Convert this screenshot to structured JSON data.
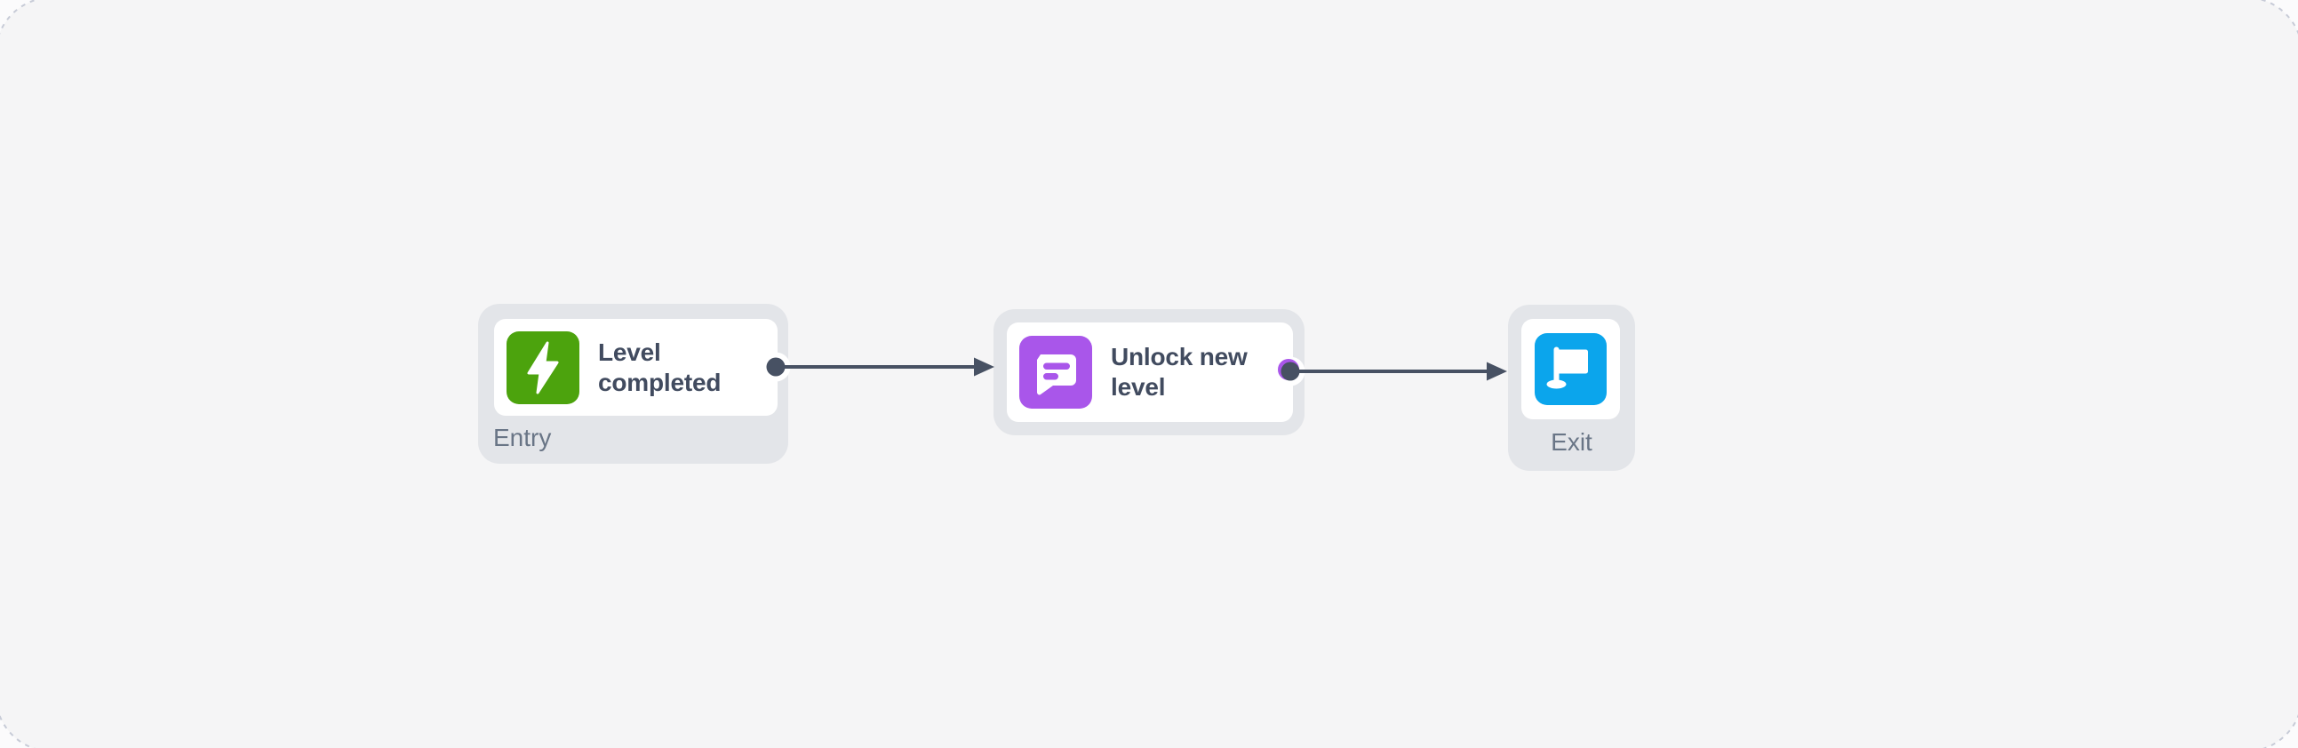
{
  "flow": {
    "nodes": [
      {
        "id": "entry",
        "kind": "trigger",
        "title": "Level completed",
        "badge": "Entry",
        "icon": "lightning-bolt-icon",
        "color": "#4ca30d"
      },
      {
        "id": "action-1",
        "kind": "message-action",
        "title": "Unlock new level",
        "icon": "chat-message-icon",
        "color": "#a956ea"
      },
      {
        "id": "exit",
        "kind": "exit",
        "badge": "Exit",
        "icon": "flag-icon",
        "color": "#0ba5ec"
      }
    ],
    "connectors": [
      {
        "from": "entry",
        "to": "action-1"
      },
      {
        "from": "action-1",
        "to": "exit"
      }
    ]
  },
  "colors": {
    "page_bg": "#fbfbfc",
    "canvas_bg": "#f5f5f6",
    "canvas_border": "#c7cbd7",
    "node_bg": "#e3e5e9",
    "card_bg": "#ffffff",
    "connector": "#475163",
    "title_text": "#414b5f",
    "badge_text": "#697586",
    "green": "#4ca30d",
    "purple": "#a956ea",
    "blue": "#0ba5ec"
  }
}
